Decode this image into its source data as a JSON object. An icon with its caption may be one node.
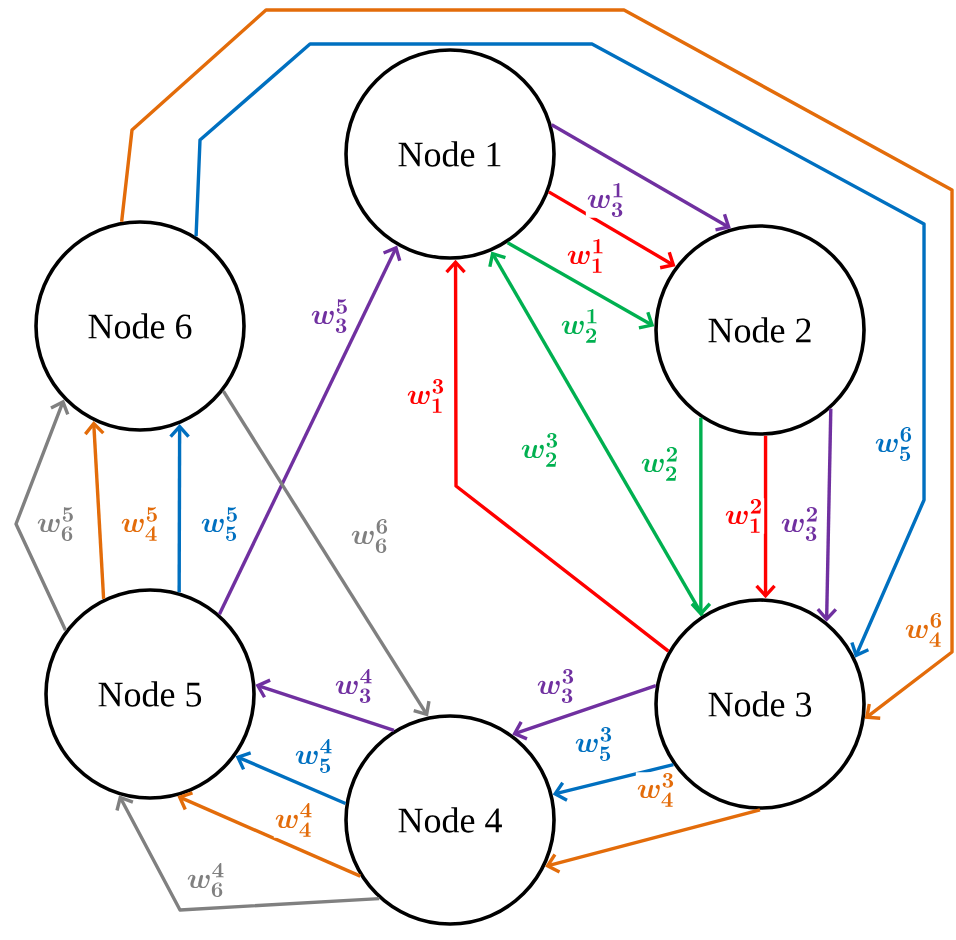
{
  "diagram": {
    "nodes": [
      {
        "text": [
          "Node 1"
        ]
      },
      {
        "text": [
          "Node 2"
        ]
      },
      {
        "text": [
          "Node 3"
        ]
      },
      {
        "text": [
          "Node 4"
        ]
      },
      {
        "text": [
          "Node 5"
        ]
      },
      {
        "text": [
          "Node 6"
        ]
      }
    ],
    "edges": [
      {
        "from": 0,
        "to": 1,
        "arrow": "to",
        "label": "w_{3}^{1}",
        "color": "#7030a0"
      },
      {
        "from": 0,
        "to": 1,
        "arrow": "to",
        "label": "w_{1}^{1}",
        "color": "#ff0000"
      },
      {
        "from": 0,
        "to": 1,
        "arrow": "to",
        "label": "w_{2}^{1}",
        "color": "#00b050"
      },
      {
        "from": 2,
        "to": 0,
        "arrow": "to",
        "label": "w_{1}^{3}",
        "color": "#ff0000"
      },
      {
        "from": 2,
        "to": 0,
        "arrow": "to",
        "label": "w_{2}^{3}",
        "color": "#00b050"
      },
      {
        "from": 1,
        "to": 2,
        "arrow": "to",
        "label": "w_{2}^{2}",
        "color": "#00b050"
      },
      {
        "from": 1,
        "to": 2,
        "arrow": "to",
        "label": "w_{1}^{2}",
        "color": "#ff0000"
      },
      {
        "from": 1,
        "to": 2,
        "arrow": "to",
        "label": "w_{3}^{2}",
        "color": "#7030a0"
      },
      {
        "from": 5,
        "to": 2,
        "arrow": "to",
        "label": "w_{5}^{6}",
        "color": "#0070c0"
      },
      {
        "from": 5,
        "to": 2,
        "arrow": "to",
        "label": "w_{4}^{6}",
        "color": "#e36c0a"
      },
      {
        "from": 2,
        "to": 3,
        "arrow": "to",
        "label": "w_{3}^{3}",
        "color": "#7030a0"
      },
      {
        "from": 2,
        "to": 3,
        "arrow": "to",
        "label": "w_{5}^{3}",
        "color": "#0070c0"
      },
      {
        "from": 2,
        "to": 3,
        "arrow": "to",
        "label": "w_{4}^{3}",
        "color": "#e36c0a"
      },
      {
        "from": 3,
        "to": 4,
        "arrow": "to",
        "label": "w_{3}^{4}",
        "color": "#7030a0"
      },
      {
        "from": 3,
        "to": 4,
        "arrow": "to",
        "label": "w_{5}^{4}",
        "color": "#0070c0"
      },
      {
        "from": 3,
        "to": 4,
        "arrow": "to",
        "label": "w_{4}^{4}",
        "color": "#e36c0a"
      },
      {
        "from": 3,
        "to": 4,
        "arrow": "to",
        "label": "w_{6}^{4}",
        "color": "#808080"
      },
      {
        "from": 4,
        "to": 5,
        "arrow": "to",
        "label": "w_{6}^{5}",
        "color": "#808080"
      },
      {
        "from": 4,
        "to": 5,
        "arrow": "to",
        "label": "w_{4}^{5}",
        "color": "#e36c0a"
      },
      {
        "from": 4,
        "to": 5,
        "arrow": "to",
        "label": "w_{5}^{5}",
        "color": "#0070c0"
      },
      {
        "from": 4,
        "to": 0,
        "arrow": "to",
        "label": "w_{3}^{5}",
        "color": "#7030a0"
      },
      {
        "from": 5,
        "to": 3,
        "arrow": "to",
        "label": "w_{6}^{6}",
        "color": "#808080"
      }
    ]
  }
}
